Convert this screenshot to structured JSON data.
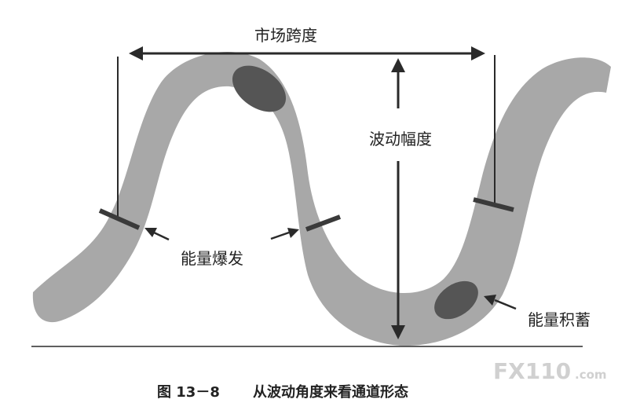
{
  "labels": {
    "market_span": "市场跨度",
    "wave_amplitude": "波动幅度",
    "energy_burst": "能量爆发",
    "energy_accumulation": "能量积蓄"
  },
  "caption": {
    "figure_number": "图 13－8",
    "title": "从波动角度来看通道形态"
  },
  "watermark": {
    "brand": "FX110",
    "domain": ".com"
  },
  "colors": {
    "channel_fill": "#a8a8a8",
    "ellipse_fill": "#555555",
    "line": "#2a2a2a",
    "text": "#222222",
    "watermark": "#d4d4d4"
  }
}
